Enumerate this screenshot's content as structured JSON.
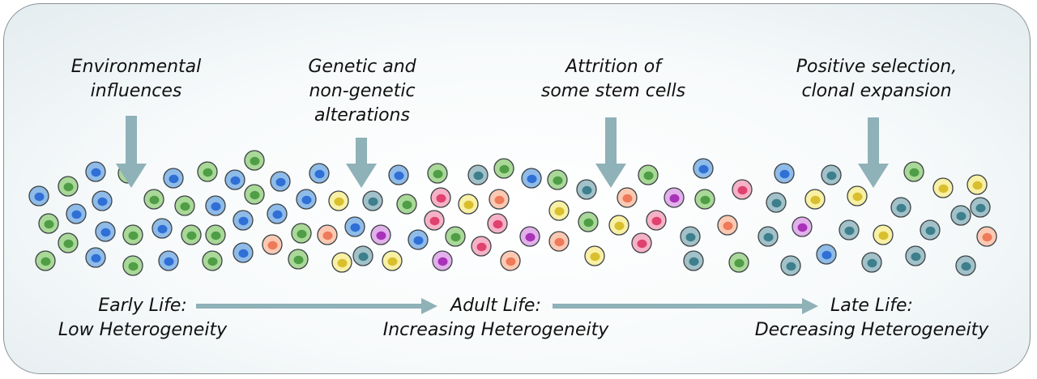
{
  "influences": [
    {
      "lines": [
        "Environmental",
        "influences"
      ]
    },
    {
      "lines": [
        "Genetic and",
        "non-genetic",
        "alterations"
      ]
    },
    {
      "lines": [
        "Attrition of",
        "some stem cells"
      ]
    },
    {
      "lines": [
        "Positive selection,",
        "clonal expansion"
      ]
    }
  ],
  "stages": [
    {
      "lines": [
        "Early Life:",
        "Low Heterogeneity"
      ]
    },
    {
      "lines": [
        "Adult Life:",
        "Increasing Heterogeneity"
      ]
    },
    {
      "lines": [
        "Late Life:",
        "Decreasing Heterogeneity"
      ]
    }
  ],
  "colors": {
    "arrow": "#8fb1b8",
    "frame_border": "#8a9194",
    "cell_types": {
      "blue": {
        "outer": "#8fbbe8",
        "inner": "#2f6fd6"
      },
      "green": {
        "outer": "#a9d898",
        "inner": "#4f9e46"
      },
      "teal": {
        "outer": "#a2c1c9",
        "inner": "#3d7f8c"
      },
      "pink": {
        "outer": "#f5b2c6",
        "inner": "#e0426f"
      },
      "yellow": {
        "outer": "#f8f0a4",
        "inner": "#d9bf2e"
      },
      "purple": {
        "outer": "#e2b0ea",
        "inner": "#a833b8"
      },
      "salmon": {
        "outer": "#fbc9b3",
        "inner": "#ee7a5a"
      }
    }
  },
  "cells": [
    {
      "type": "blue"
    },
    {
      "type": "green"
    },
    {
      "type": "blue"
    },
    {
      "type": "green"
    },
    {
      "type": "blue"
    },
    {
      "type": "green"
    },
    {
      "type": "blue"
    },
    {
      "type": "green"
    },
    {
      "type": "blue"
    },
    {
      "type": "blue"
    },
    {
      "type": "green"
    },
    {
      "type": "green"
    },
    {
      "type": "blue"
    },
    {
      "type": "green"
    },
    {
      "type": "blue"
    },
    {
      "type": "green"
    },
    {
      "type": "blue"
    },
    {
      "type": "green"
    },
    {
      "type": "green"
    },
    {
      "type": "blue"
    },
    {
      "type": "green"
    },
    {
      "type": "blue"
    },
    {
      "type": "green"
    },
    {
      "type": "blue"
    },
    {
      "type": "green"
    },
    {
      "type": "blue"
    },
    {
      "type": "green"
    },
    {
      "type": "blue"
    },
    {
      "type": "green"
    },
    {
      "type": "blue"
    },
    {
      "type": "blue"
    },
    {
      "type": "green"
    },
    {
      "type": "blue"
    },
    {
      "type": "salmon"
    },
    {
      "type": "green"
    },
    {
      "type": "salmon"
    },
    {
      "type": "yellow"
    },
    {
      "type": "blue"
    },
    {
      "type": "teal"
    },
    {
      "type": "blue"
    },
    {
      "type": "green"
    },
    {
      "type": "purple"
    },
    {
      "type": "teal"
    },
    {
      "type": "yellow"
    },
    {
      "type": "yellow"
    },
    {
      "type": "blue"
    },
    {
      "type": "purple"
    },
    {
      "type": "green"
    },
    {
      "type": "pink"
    },
    {
      "type": "yellow"
    },
    {
      "type": "pink"
    },
    {
      "type": "green"
    },
    {
      "type": "pink"
    },
    {
      "type": "teal"
    },
    {
      "type": "green"
    },
    {
      "type": "salmon"
    },
    {
      "type": "pink"
    },
    {
      "type": "salmon"
    },
    {
      "type": "blue"
    },
    {
      "type": "purple"
    },
    {
      "type": "green"
    },
    {
      "type": "yellow"
    },
    {
      "type": "teal"
    },
    {
      "type": "green"
    },
    {
      "type": "salmon"
    },
    {
      "type": "yellow"
    },
    {
      "type": "yellow"
    },
    {
      "type": "salmon"
    },
    {
      "type": "green"
    },
    {
      "type": "pink"
    },
    {
      "type": "pink"
    },
    {
      "type": "purple"
    },
    {
      "type": "teal"
    },
    {
      "type": "blue"
    },
    {
      "type": "green"
    },
    {
      "type": "teal"
    },
    {
      "type": "salmon"
    },
    {
      "type": "pink"
    },
    {
      "type": "green"
    },
    {
      "type": "teal"
    },
    {
      "type": "blue"
    },
    {
      "type": "teal"
    },
    {
      "type": "purple"
    },
    {
      "type": "yellow"
    },
    {
      "type": "teal"
    },
    {
      "type": "teal"
    },
    {
      "type": "yellow"
    },
    {
      "type": "blue"
    },
    {
      "type": "teal"
    },
    {
      "type": "teal"
    },
    {
      "type": "yellow"
    },
    {
      "type": "teal"
    },
    {
      "type": "green"
    },
    {
      "type": "teal"
    },
    {
      "type": "teal"
    },
    {
      "type": "yellow"
    },
    {
      "type": "teal"
    },
    {
      "type": "yellow"
    },
    {
      "type": "teal"
    },
    {
      "type": "teal"
    },
    {
      "type": "salmon"
    },
    {
      "type": "teal"
    },
    {
      "type": "purple"
    },
    {
      "type": "yellow"
    },
    {
      "type": "teal"
    },
    {
      "type": "yellow"
    },
    {
      "type": "teal"
    },
    {
      "type": "yellow"
    },
    {
      "type": "yellow"
    },
    {
      "type": "teal"
    },
    {
      "type": "teal"
    },
    {
      "type": "yellow"
    },
    {
      "type": "teal"
    },
    {
      "type": "pink"
    },
    {
      "type": "teal"
    },
    {
      "type": "yellow"
    },
    {
      "type": "yellow"
    },
    {
      "type": "teal"
    },
    {
      "type": "yellow"
    },
    {
      "type": "teal"
    },
    {
      "type": "teal"
    }
  ]
}
